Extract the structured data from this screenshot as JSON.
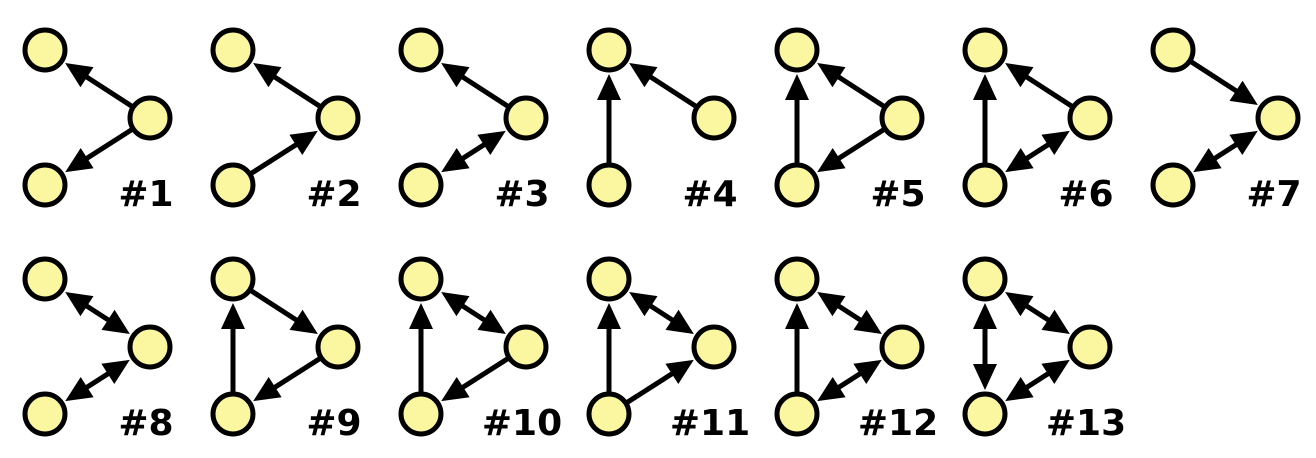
{
  "style": {
    "background": "#ffffff",
    "node_fill": "#fbf6a0",
    "node_stroke": "#000000",
    "edge_color": "#000000",
    "label_color": "#000000"
  },
  "motifs": [
    {
      "label": "#1",
      "row": 1,
      "nodes": [
        "top-left",
        "right",
        "bottom-left"
      ],
      "edges": [
        {
          "from": "right",
          "to": "top-left",
          "bidirectional": false
        },
        {
          "from": "right",
          "to": "bottom-left",
          "bidirectional": false
        }
      ]
    },
    {
      "label": "#2",
      "row": 1,
      "nodes": [
        "top-left",
        "right",
        "bottom-left"
      ],
      "edges": [
        {
          "from": "right",
          "to": "top-left",
          "bidirectional": false
        },
        {
          "from": "bottom-left",
          "to": "right",
          "bidirectional": false
        }
      ]
    },
    {
      "label": "#3",
      "row": 1,
      "nodes": [
        "top-left",
        "right",
        "bottom-left"
      ],
      "edges": [
        {
          "from": "right",
          "to": "top-left",
          "bidirectional": false
        },
        {
          "from": "bottom-left",
          "to": "right",
          "bidirectional": true
        }
      ]
    },
    {
      "label": "#4",
      "row": 1,
      "nodes": [
        "top-left",
        "right",
        "bottom-left"
      ],
      "edges": [
        {
          "from": "bottom-left",
          "to": "top-left",
          "bidirectional": false
        },
        {
          "from": "right",
          "to": "top-left",
          "bidirectional": false
        }
      ]
    },
    {
      "label": "#5",
      "row": 1,
      "nodes": [
        "top-left",
        "right",
        "bottom-left"
      ],
      "edges": [
        {
          "from": "bottom-left",
          "to": "top-left",
          "bidirectional": false
        },
        {
          "from": "right",
          "to": "top-left",
          "bidirectional": false
        },
        {
          "from": "right",
          "to": "bottom-left",
          "bidirectional": false
        }
      ]
    },
    {
      "label": "#6",
      "row": 1,
      "nodes": [
        "top-left",
        "right",
        "bottom-left"
      ],
      "edges": [
        {
          "from": "bottom-left",
          "to": "top-left",
          "bidirectional": false
        },
        {
          "from": "right",
          "to": "top-left",
          "bidirectional": false
        },
        {
          "from": "bottom-left",
          "to": "right",
          "bidirectional": true
        }
      ]
    },
    {
      "label": "#7",
      "row": 1,
      "nodes": [
        "top-left",
        "right",
        "bottom-left"
      ],
      "edges": [
        {
          "from": "top-left",
          "to": "right",
          "bidirectional": false
        },
        {
          "from": "bottom-left",
          "to": "right",
          "bidirectional": true
        }
      ]
    },
    {
      "label": "#8",
      "row": 2,
      "nodes": [
        "top-left",
        "right",
        "bottom-left"
      ],
      "edges": [
        {
          "from": "top-left",
          "to": "right",
          "bidirectional": true
        },
        {
          "from": "bottom-left",
          "to": "right",
          "bidirectional": true
        }
      ]
    },
    {
      "label": "#9",
      "row": 2,
      "nodes": [
        "top-left",
        "right",
        "bottom-left"
      ],
      "edges": [
        {
          "from": "top-left",
          "to": "right",
          "bidirectional": false
        },
        {
          "from": "right",
          "to": "bottom-left",
          "bidirectional": false
        },
        {
          "from": "bottom-left",
          "to": "top-left",
          "bidirectional": false
        }
      ]
    },
    {
      "label": "#10",
      "row": 2,
      "nodes": [
        "top-left",
        "right",
        "bottom-left"
      ],
      "edges": [
        {
          "from": "top-left",
          "to": "right",
          "bidirectional": true
        },
        {
          "from": "right",
          "to": "bottom-left",
          "bidirectional": false
        },
        {
          "from": "bottom-left",
          "to": "top-left",
          "bidirectional": false
        }
      ]
    },
    {
      "label": "#11",
      "row": 2,
      "nodes": [
        "top-left",
        "right",
        "bottom-left"
      ],
      "edges": [
        {
          "from": "top-left",
          "to": "right",
          "bidirectional": true
        },
        {
          "from": "bottom-left",
          "to": "top-left",
          "bidirectional": false
        },
        {
          "from": "bottom-left",
          "to": "right",
          "bidirectional": false
        }
      ]
    },
    {
      "label": "#12",
      "row": 2,
      "nodes": [
        "top-left",
        "right",
        "bottom-left"
      ],
      "edges": [
        {
          "from": "top-left",
          "to": "right",
          "bidirectional": true
        },
        {
          "from": "bottom-left",
          "to": "top-left",
          "bidirectional": false
        },
        {
          "from": "bottom-left",
          "to": "right",
          "bidirectional": true
        }
      ]
    },
    {
      "label": "#13",
      "row": 2,
      "nodes": [
        "top-left",
        "right",
        "bottom-left"
      ],
      "edges": [
        {
          "from": "top-left",
          "to": "right",
          "bidirectional": true
        },
        {
          "from": "top-left",
          "to": "bottom-left",
          "bidirectional": true
        },
        {
          "from": "bottom-left",
          "to": "right",
          "bidirectional": true
        }
      ]
    }
  ]
}
